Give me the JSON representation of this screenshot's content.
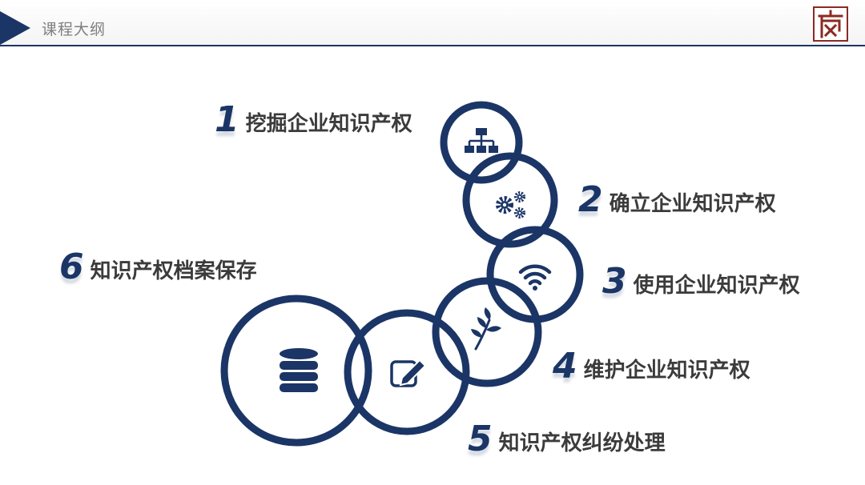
{
  "header": {
    "title": "课程大纲"
  },
  "colors": {
    "primary": "#1b3566",
    "text": "#3b3b3b",
    "muted": "#7f7f7f",
    "logo": "#8b2a22"
  },
  "steps": [
    {
      "number": "1",
      "label": "挖掘企业知识产权",
      "icon": "hierarchy-icon"
    },
    {
      "number": "2",
      "label": "确立企业知识产权",
      "icon": "gears-icon"
    },
    {
      "number": "3",
      "label": "使用企业知识产权",
      "icon": "wifi-icon"
    },
    {
      "number": "4",
      "label": "维护企业知识产权",
      "icon": "leaf-icon"
    },
    {
      "number": "5",
      "label": "知识产权纠纷处理",
      "icon": "edit-icon"
    },
    {
      "number": "6",
      "label": "知识产权档案保存",
      "icon": "database-icon"
    }
  ]
}
